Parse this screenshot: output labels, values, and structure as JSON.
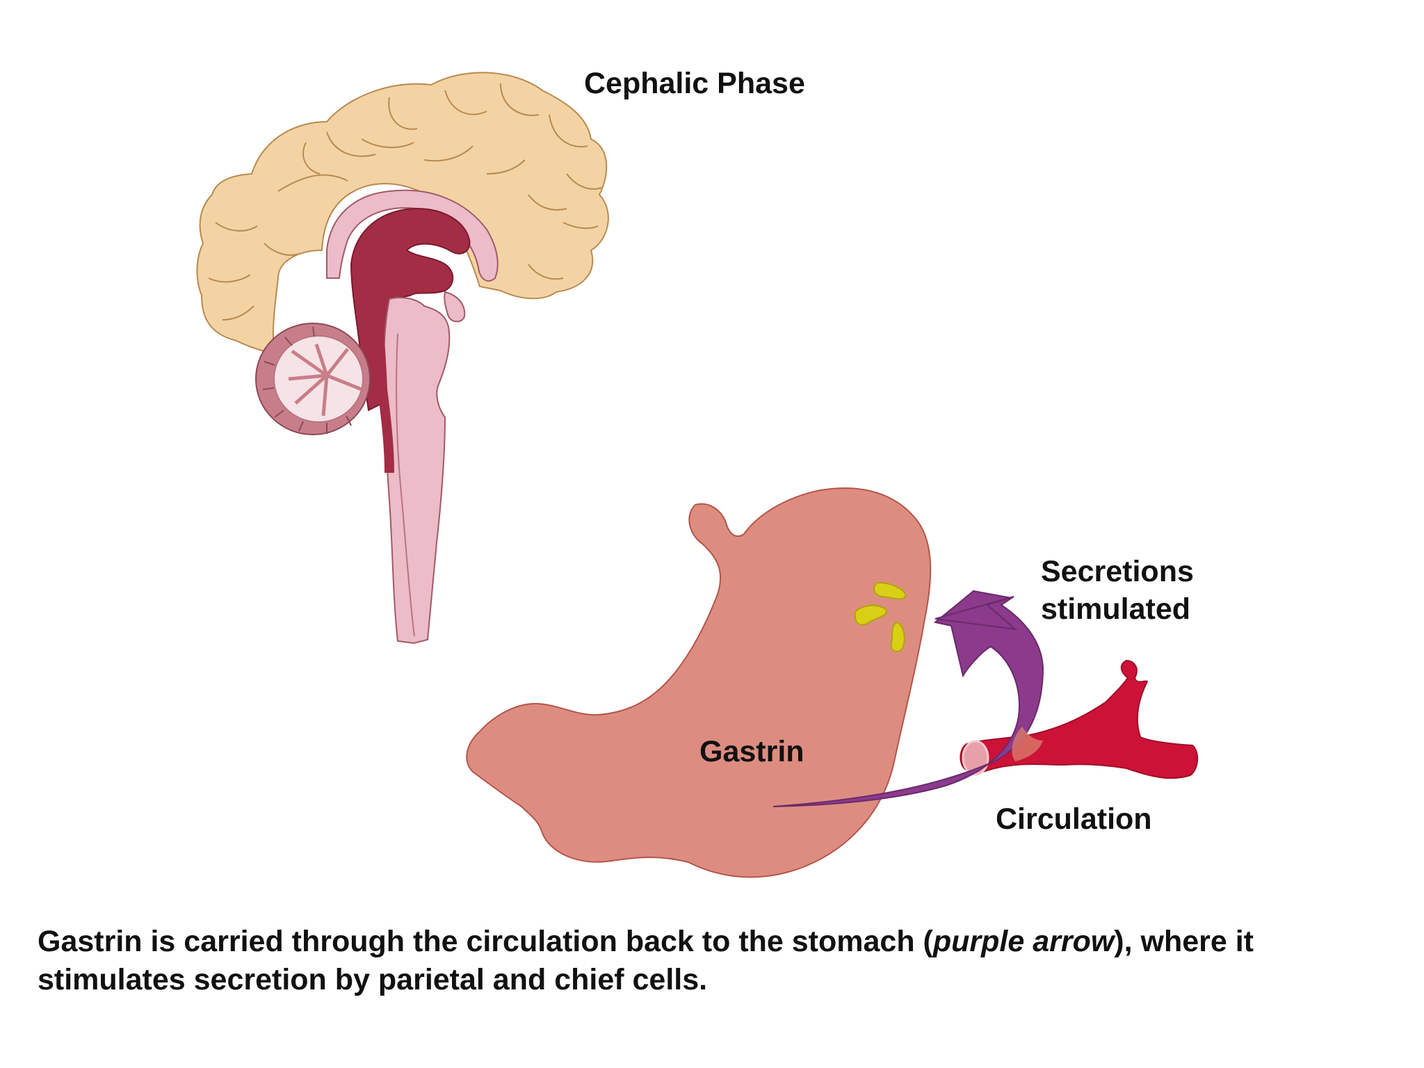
{
  "labels": {
    "cephalic_phase": "Cephalic Phase",
    "secretions_line1": "Secretions",
    "secretions_line2": "stimulated",
    "gastrin": "Gastrin",
    "circulation": "Circulation"
  },
  "caption": {
    "part1": "Gastrin is carried through the circulation back to the stomach  (",
    "emphasis": "purple arrow",
    "part2": "), where it stimulates secretion by parietal and chief cells."
  },
  "colors": {
    "cerebrum": "#f3d3a4",
    "cerebrum_outline": "#b9894f",
    "brainstem": "#ecbcc8",
    "ventricle": "#a22d45",
    "cerebellum": "#c87e8a",
    "stomach": "#dd8d80",
    "stomach_outline": "#b4544a",
    "secretion": "#d9d016",
    "arrow": "#8b3a8c",
    "vessel": "#cc1236"
  }
}
